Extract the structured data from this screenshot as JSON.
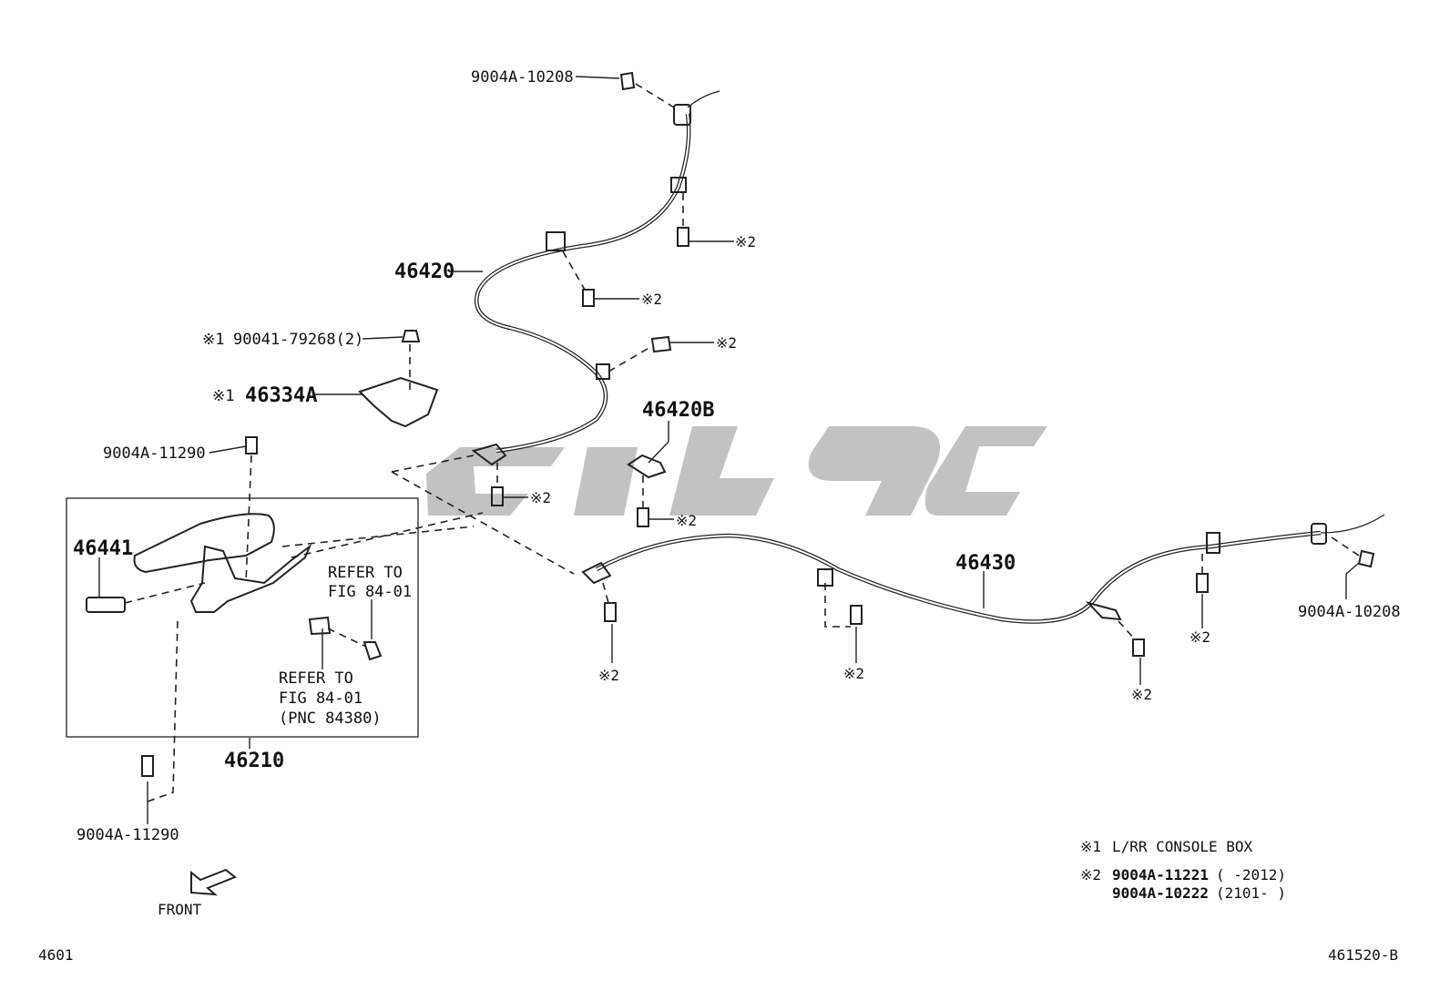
{
  "labels": {
    "bolt_top": "9004A-10208",
    "cable_front": "46420",
    "nut": "90041-79268(2)",
    "nut_prefix": "※1",
    "bracket": "46334A",
    "bracket_prefix": "※1",
    "bolt_lever": "9004A-11290",
    "bracket_b": "46420B",
    "pin": "46441",
    "refer_1_line1": "REFER TO",
    "refer_1_line2": "FIG 84-01",
    "refer_2_line1": "REFER TO",
    "refer_2_line2": "FIG 84-01",
    "refer_2_line3": "(PNC 84380)",
    "lever": "46210",
    "bolt_bottom": "9004A-11290",
    "cable_rear": "46430",
    "bolt_right": "9004A-10208",
    "mark2": "※2",
    "front": "FRONT",
    "page_number": "4601",
    "figure_code": "461520-B"
  },
  "notes": {
    "n1_mark": "※1",
    "n1_text": "L/RR CONSOLE BOX",
    "n2_mark": "※2",
    "n2_part_a": "9004A-11221",
    "n2_range_a": "(     -2012)",
    "n2_part_b": "9004A-10222",
    "n2_range_b": "(2101-     )"
  },
  "colors": {
    "line": "#222222",
    "watermark": "#b7b7b7"
  }
}
